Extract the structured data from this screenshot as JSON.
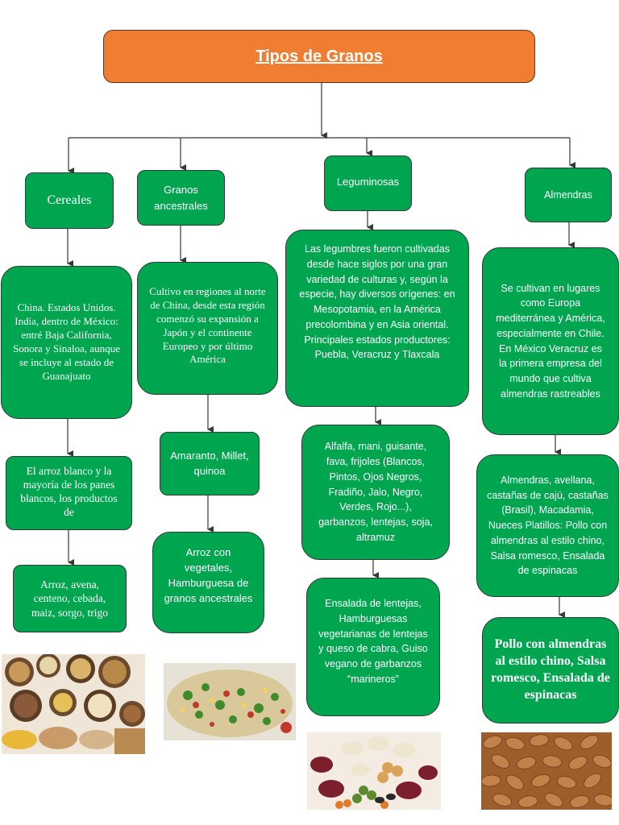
{
  "title": "Tipos de Granos",
  "colors": {
    "title_bg": "#ef7d32",
    "node_bg": "#00a550",
    "node_text": "#ffffff",
    "line": "#2f3b33"
  },
  "columns": {
    "cereales": {
      "header": "Cereales",
      "origin": "China. Estados Unidos. India, dentro de México: entré Baja California, Sonora y Sinaloa, aunque se incluye al estado de Guanajuato",
      "products": "El arroz blanco y la mayoría de los panes blancos, los productos de",
      "examples": "Arroz, avena, centeno, cebada, maiz, sorgo, trigo",
      "image": "grain-bowls-photo"
    },
    "ancestrales": {
      "header": "Granos ancestrales",
      "origin": "Cultivo en regiones al norte de China, desde esta región comenzó su expansión a Japón y el continente Europeo y por último América",
      "examples": "Amaranto, Millet, quinoa",
      "dishes": "Arroz con vegetales, Hamburguesa de granos ancestrales",
      "image": "grain-salad-photo"
    },
    "leguminosas": {
      "header": "Leguminosas",
      "origin": "Las legumbres fueron cultivadas desde hace siglos por una gran variedad de culturas y, según la especie, hay diversos orígenes: en Mesopotamia, en la América precolombina y en Asia oriental. Principales estados productores: Puebla, Veracruz y Tlaxcala",
      "examples": "Alfalfa, mani, guisante, fava, frijoles (Blancos, Pintos, Ojos Negros, Fradiño, Jalo, Negro, Verdes, Rojo...), garbanzos, lentejas, soja, altramuz",
      "dishes": "Ensalada de lentejas, Hamburguesas vegetarianas de lentejas y queso de cabra, Guiso vegano de garbanzos “marineros”",
      "image": "beans-photo"
    },
    "almendras": {
      "header": "Almendras",
      "origin": "Se cultivan en lugares como Europa mediterránea y América, especialmente en Chile. En México Veracruz es la primera empresa del mundo que cultiva almendras rastreables",
      "examples": "Almendras, avellana, castañas de cajú, castañas (Brasil), Macadamia, Nueces Platillos: Pollo con almendras al estilo chino, Salsa romesco, Ensalada de espinacas",
      "dishes": "Pollo con almendras al estilo chino, Salsa romesco, Ensalada de espinacas",
      "image": "almonds-photo"
    }
  }
}
